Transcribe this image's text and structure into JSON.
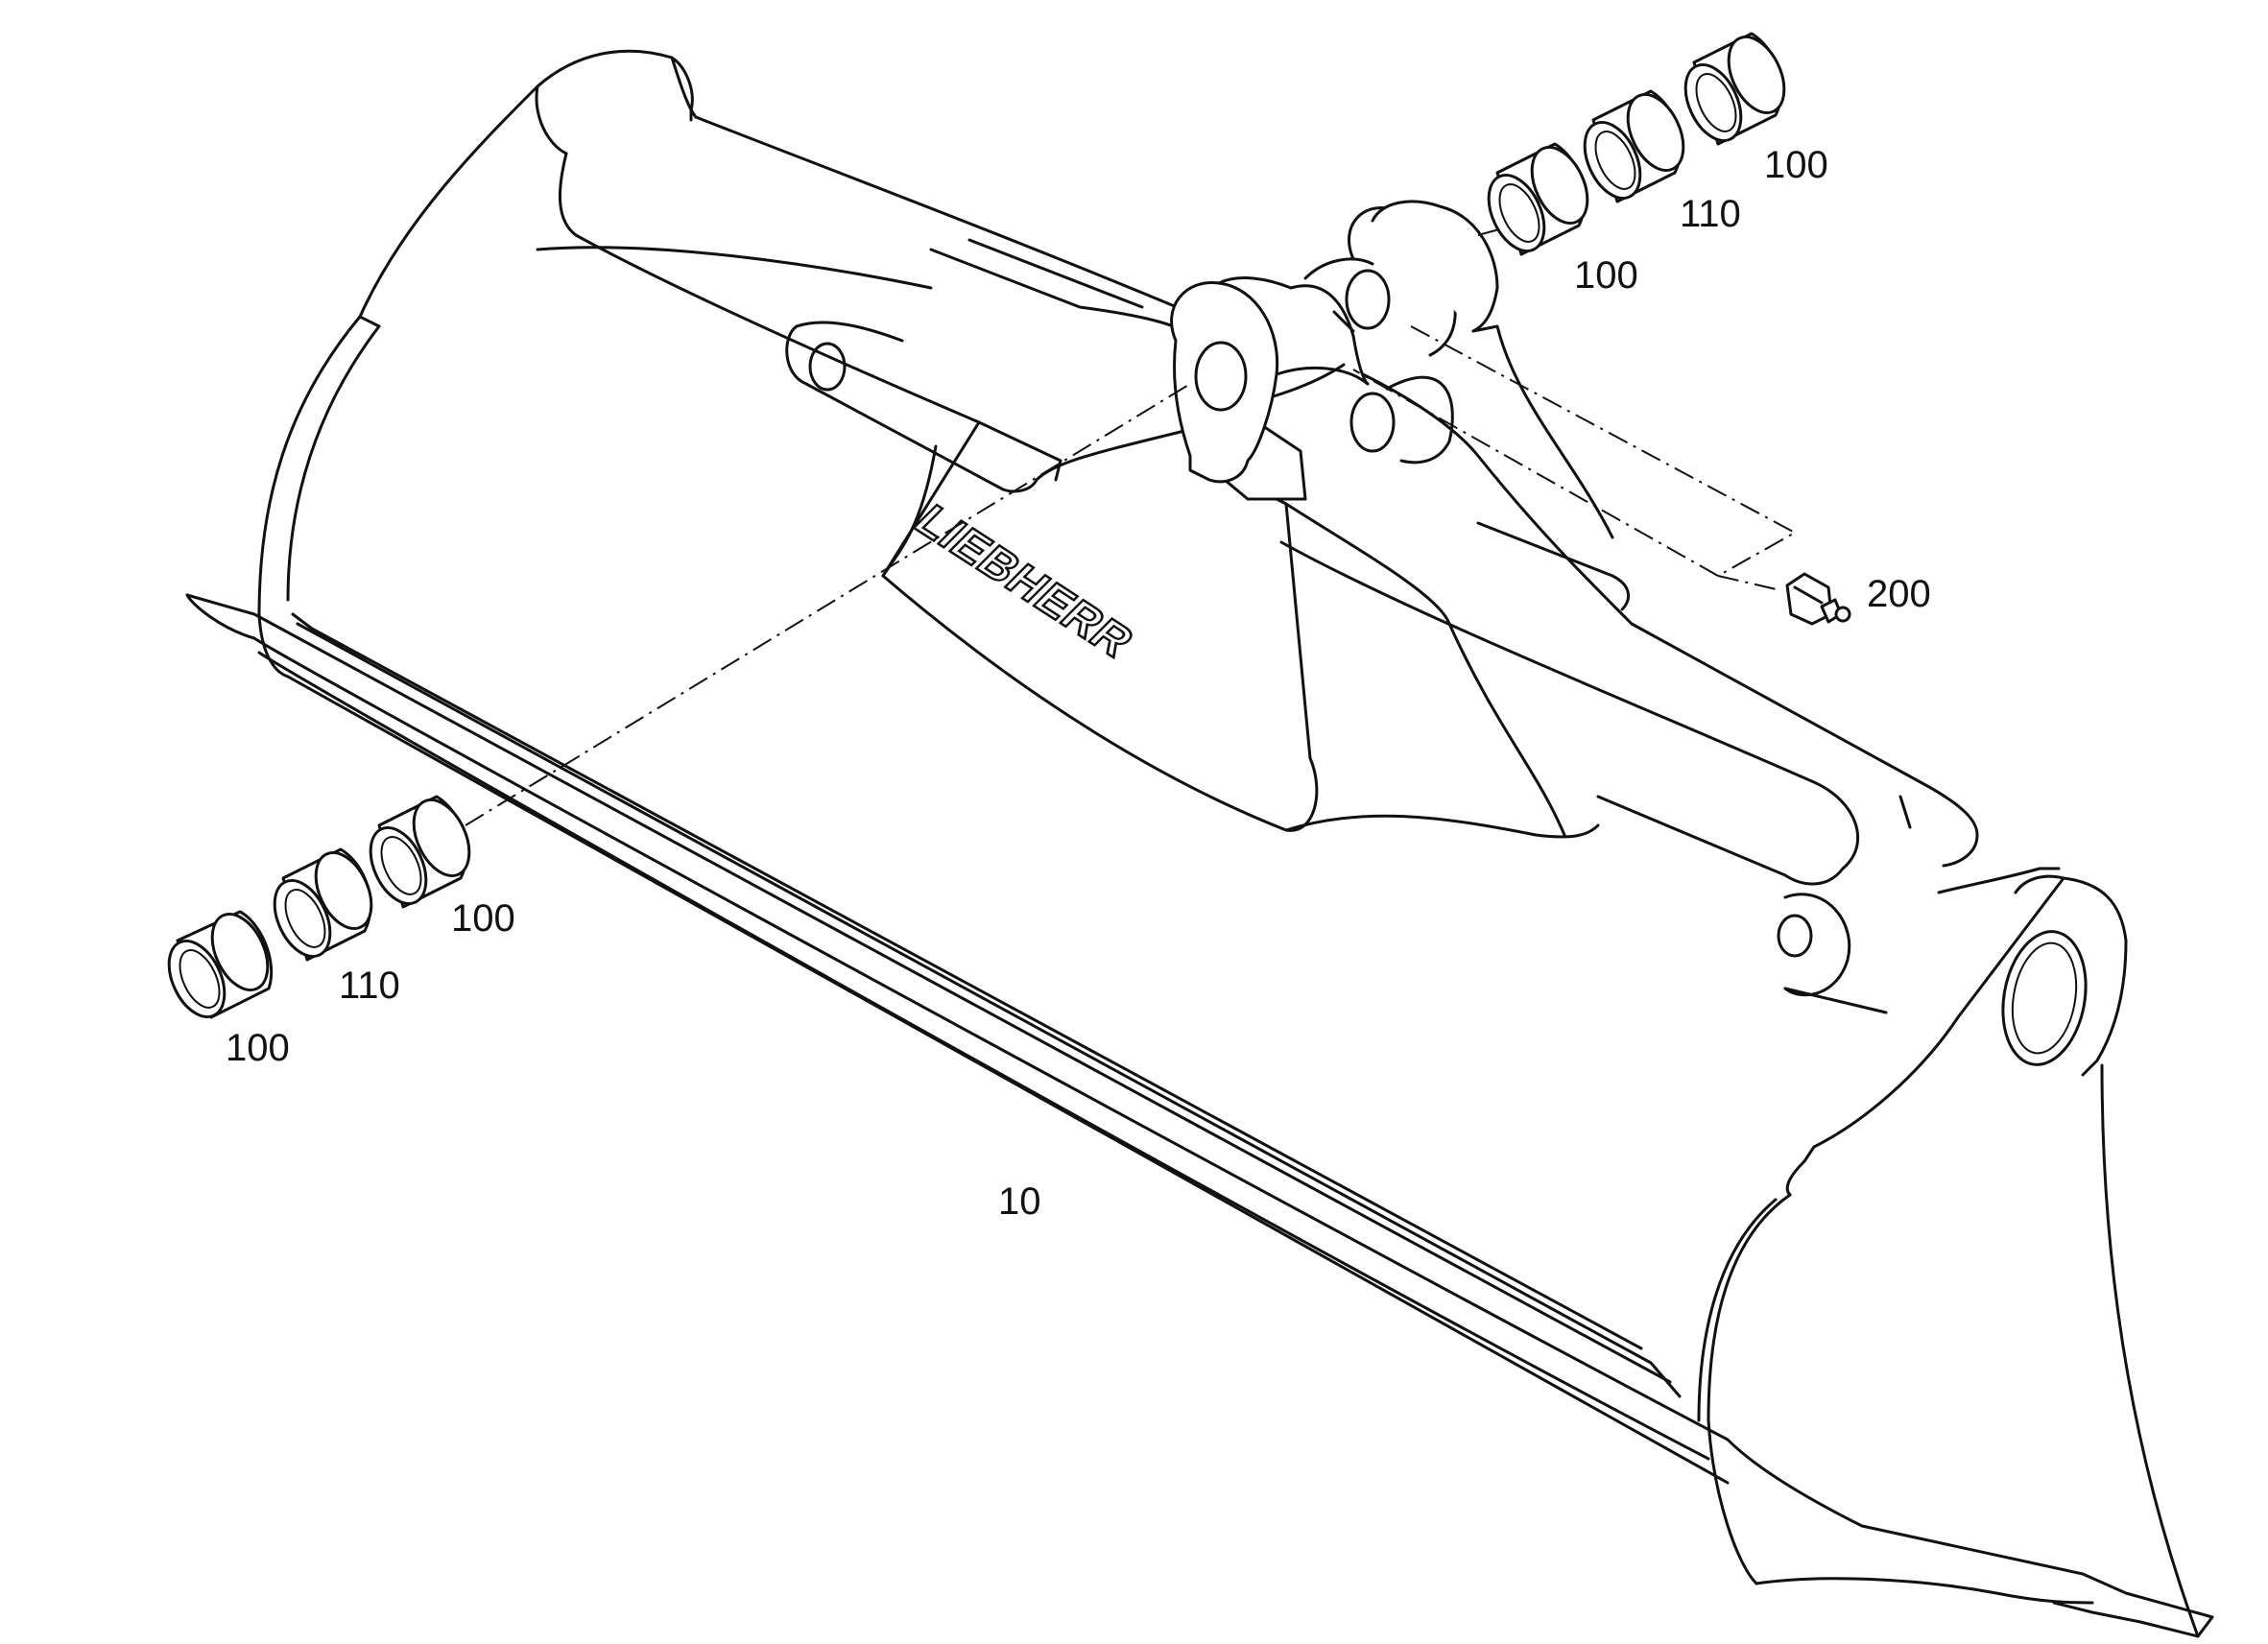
{
  "drawing": {
    "brand_logo_text": "LIEBHERR",
    "callouts": {
      "bucket": "10",
      "bushing_left_outer": "100",
      "spacer_left": "110",
      "bushing_left_inner": "100",
      "bushing_right_inner": "100",
      "spacer_right": "110",
      "bushing_right_outer": "100",
      "grease_nipple": "200"
    }
  }
}
